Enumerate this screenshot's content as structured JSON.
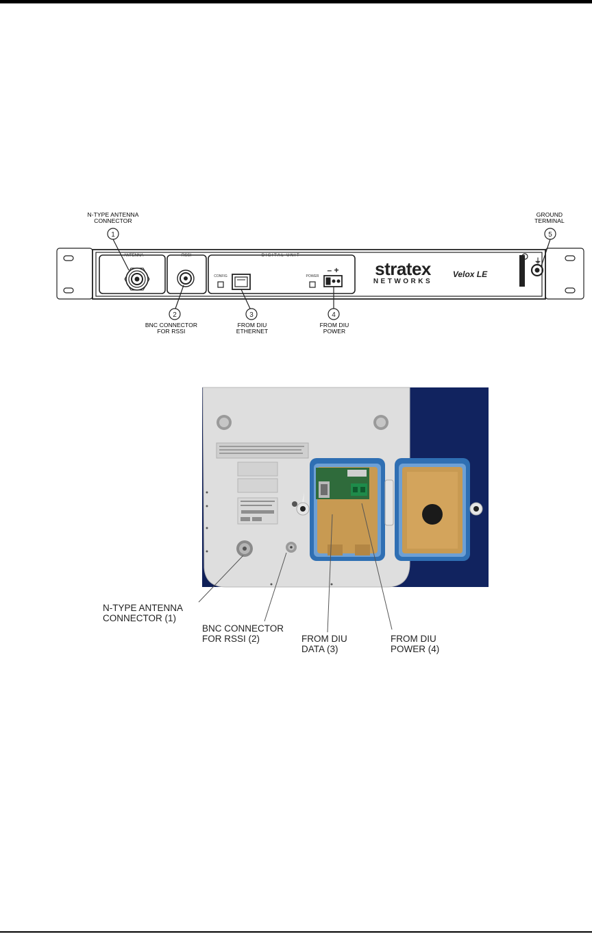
{
  "figure1": {
    "callouts": {
      "c1": {
        "number": "1",
        "label_line1": "N-TYPE ANTENNA",
        "label_line2": "CONNECTOR"
      },
      "c2": {
        "number": "2",
        "label_line1": "BNC CONNECTOR",
        "label_line2": "FOR RSSI"
      },
      "c3": {
        "number": "3",
        "label_line1": "FROM DIU",
        "label_line2": "ETHERNET"
      },
      "c4": {
        "number": "4",
        "label_line1": "FROM DIU",
        "label_line2": "POWER"
      },
      "c5": {
        "number": "5",
        "label_line1": "GROUND",
        "label_line2": "TERMINAL"
      }
    },
    "panel": {
      "section_antenna": "ANTENNA",
      "section_rssi": "RSSI",
      "section_digital": "DIGITAL UNIT",
      "link_led": "CONFIG",
      "power_led": "POWER",
      "polarity": "–  +",
      "brand_line1": "stratex",
      "brand_line2": "NETWORKS",
      "model": "Velox LE",
      "ground_symbol": "⏚"
    }
  },
  "figure2": {
    "labels": {
      "l1": {
        "line1": "N-TYPE ANTENNA",
        "line2": "CONNECTOR (1)"
      },
      "l2": {
        "line1": "BNC CONNECTOR",
        "line2": "FOR RSSI (2)"
      },
      "l3": {
        "line1": "FROM DIU",
        "line2": "DATA (3)"
      },
      "l4": {
        "line1": "FROM DIU",
        "line2": "POWER (4)"
      }
    }
  },
  "colors": {
    "rule": "#000000",
    "panel_line": "#222222",
    "photo_background": "#0f1f57",
    "unit_body": "#dcdcdc",
    "enclosure_gasket": "#2f6fb3",
    "enclosure_interior": "#c89a52",
    "terminal_block": "#1e8b4a"
  }
}
